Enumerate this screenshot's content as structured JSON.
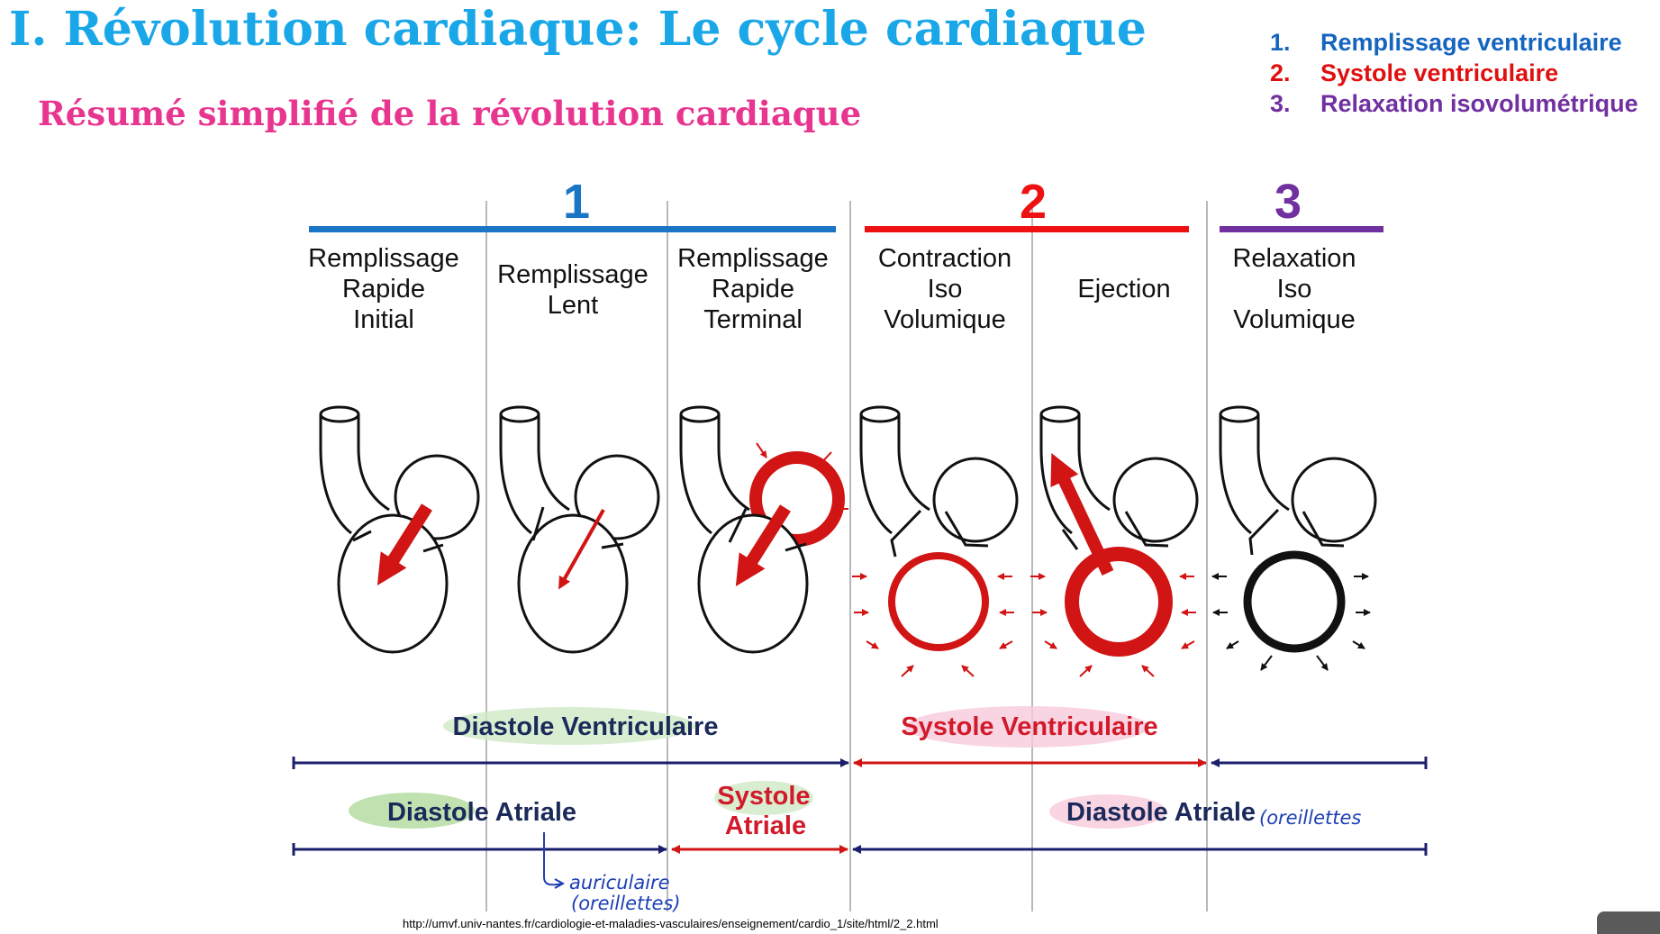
{
  "title": "I. Révolution cardiaque: Le cycle cardiaque",
  "subtitle": "Résumé simplifié de la révolution cardiaque",
  "legend": [
    {
      "num": "1.",
      "label": "Remplissage ventriculaire",
      "color": "#1565c0"
    },
    {
      "num": "2.",
      "label": "Systole ventriculaire",
      "color": "#e01010"
    },
    {
      "num": "3.",
      "label": "Relaxation isovolumétrique",
      "color": "#7030a0"
    }
  ],
  "diagram": {
    "groups": [
      {
        "num": "1",
        "color": "#1a75c4"
      },
      {
        "num": "2",
        "color": "#ee1111"
      },
      {
        "num": "3",
        "color": "#7030a0"
      }
    ],
    "phases": [
      {
        "lines": [
          "Remplissage",
          "Rapide",
          "Initial"
        ]
      },
      {
        "lines": [
          "Remplissage",
          "Lent"
        ]
      },
      {
        "lines": [
          "Remplissage",
          "Rapide",
          "Terminal"
        ]
      },
      {
        "lines": [
          "Contraction",
          "Iso",
          "Volumique"
        ]
      },
      {
        "lines": [
          "Ejection"
        ]
      },
      {
        "lines": [
          "Relaxation",
          "Iso",
          "Volumique"
        ]
      }
    ],
    "diastole_ventriculaire": "Diastole Ventriculaire",
    "systole_ventriculaire": "Systole Ventriculaire",
    "diastole_atriale_left": "Diastole Atriale",
    "systole_atriale": [
      "Systole",
      "Atriale"
    ],
    "diastole_atriale_right": "Diastole Atriale",
    "annotation_right": "(oreillettes",
    "annotation_bottom": [
      "auriculaire",
      "(oreillettes)"
    ]
  },
  "source_url": "http://umvf.univ-nantes.fr/cardiologie-et-maladies-vasculaires/enseignement/cardio_1/site/html/2_2.html"
}
